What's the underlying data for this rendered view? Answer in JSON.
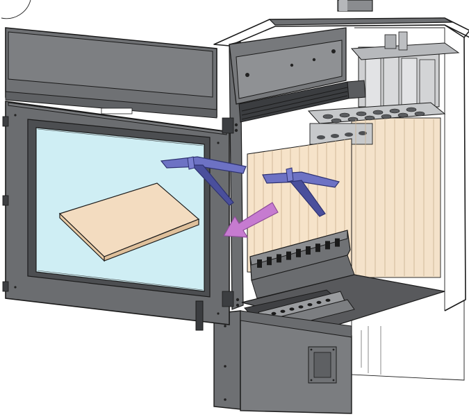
{
  "figure": {
    "callout_text": "",
    "parts": {
      "door": "door",
      "glass": "glass",
      "firebrick_panel": "firebrick-panel",
      "front_baffle": "front-baffle",
      "rear_baffle": "rear-baffle",
      "arrow": "arrow",
      "grate": "grate",
      "ash_drawer": "ash-drawer",
      "chimney": "chimney"
    }
  },
  "colors": {
    "metal_dark": "#5f6164",
    "metal_mid": "#7b7d80",
    "metal_light": "#a9abae",
    "glass": "#cfeef4",
    "brick": "#f6e3c9",
    "brick_line": "#c8b08e",
    "panel_top": "#f3dcc0",
    "panel_side": "#dfc09b",
    "baffle": "#6d72c4",
    "baffle_dark": "#4a4f9c",
    "arrow": "#c67bd0",
    "arrow_edge": "#8d4c98"
  }
}
